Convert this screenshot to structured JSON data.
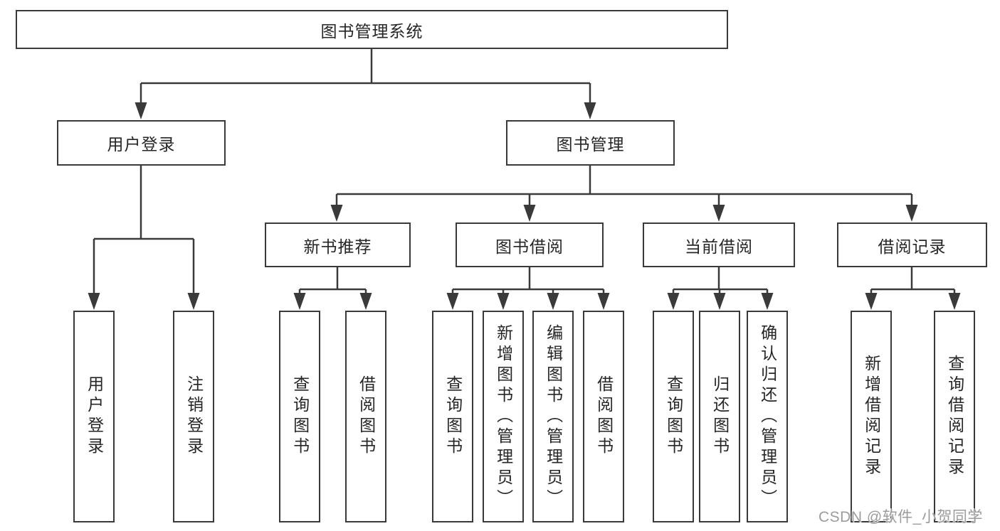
{
  "tree": {
    "root": {
      "label": "图书管理系统",
      "children": [
        {
          "label": "用户登录",
          "children": [
            {
              "label": "用户登录"
            },
            {
              "label": "注销登录"
            }
          ]
        },
        {
          "label": "图书管理",
          "children": [
            {
              "label": "新书推荐",
              "children": [
                {
                  "label": "查询图书"
                },
                {
                  "label": "借阅图书"
                }
              ]
            },
            {
              "label": "图书借阅",
              "children": [
                {
                  "label": "查询图书"
                },
                {
                  "label": "新增图书（管理员）"
                },
                {
                  "label": "编辑图书（管理员）"
                },
                {
                  "label": "借阅图书"
                }
              ]
            },
            {
              "label": "当前借阅",
              "children": [
                {
                  "label": "查询图书"
                },
                {
                  "label": "归还图书"
                },
                {
                  "label": "确认归还（管理员）"
                }
              ]
            },
            {
              "label": "借阅记录",
              "children": [
                {
                  "label": "新增借阅记录"
                },
                {
                  "label": "查询借阅记录"
                }
              ]
            }
          ]
        }
      ]
    }
  },
  "watermark": {
    "text": "CSDN @软件_小贺同学"
  },
  "colors": {
    "line": "#3a3a3a",
    "box_fill": "#ffffff",
    "text": "#262626",
    "watermark": "#9c9c9c",
    "background": "#ffffff"
  }
}
